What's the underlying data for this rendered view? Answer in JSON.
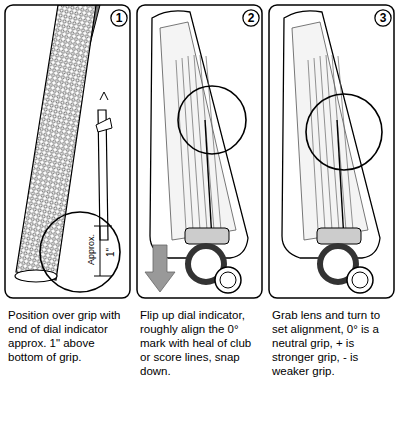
{
  "diagram": {
    "nodes": [
      {
        "text": [
          "1"
        ]
      },
      {
        "text": [
          "2"
        ]
      },
      {
        "text": [
          "3"
        ]
      }
    ],
    "labels": [
      "Approx.",
      "1\"",
      "Position over grip with end of dial indicator approx. 1\" above bottom of grip.",
      "Flip up dial indicator, roughly align the 0° mark with heal of club or score lines, snap down.",
      "Grab lens and turn to set alignment, 0° is a neutral grip, + is stronger grip, - is weaker grip."
    ]
  }
}
